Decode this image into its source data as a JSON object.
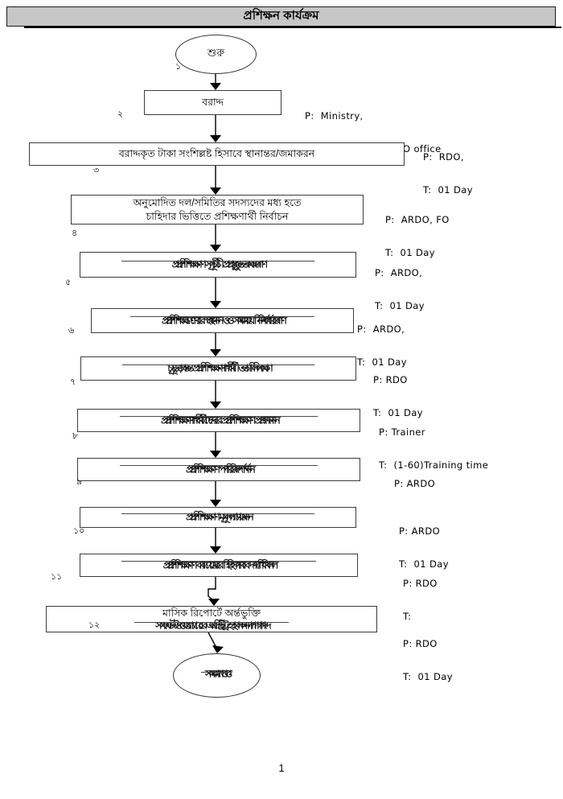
{
  "colors": {
    "header_background": "#c6c6c6",
    "ink": "#000000"
  },
  "header": {
    "title": "প্রশিক্ষন কার্যক্রম"
  },
  "footer": {
    "page_number": "1"
  },
  "flow": {
    "start": {
      "label": "শুরু",
      "num": "১"
    },
    "end": {
      "label": "সমাপ্ত",
      "garbled": true
    },
    "boxes": [
      {
        "id": "allocation",
        "num": "২",
        "garbled": false,
        "lines": [
          "বরাদ্দ"
        ],
        "annotation": {
          "lines": [
            "P:  Ministry,",
            "      Head Office, RDO office"
          ]
        }
      },
      {
        "id": "fund-transfer",
        "num": "৩",
        "garbled": false,
        "lines": [
          "বরাদ্দকৃত টাকা সংশিল্লষ্ট হিসাবে স্থানান্তর/জমাকরন"
        ],
        "annotation": {
          "lines": [
            "P:  RDO,",
            "T:  01 Day"
          ]
        }
      },
      {
        "id": "trainee-selection",
        "num": "৪",
        "garbled": false,
        "lines": [
          "অনুমোদিত দল/সমিতির সদস্যদের মধ্য হতে",
          "চাহিদার ভিত্তিতে প্রশিক্ষণার্থী নির্বাচন"
        ],
        "annotation": {
          "lines": [
            "P:  ARDO, FO",
            "T:  01 Day"
          ]
        }
      },
      {
        "id": "step-5",
        "num": "৫",
        "garbled": true,
        "garbled_text": "প্রশিক্ষণ সূচী প্রস্তুতকরণ",
        "annotation": {
          "lines": [
            "P:  ARDO,",
            "T:  01 Day"
          ]
        }
      },
      {
        "id": "step-6",
        "num": "৬",
        "garbled": true,
        "garbled_text": "প্রশিক্ষণের স্থান ও সময় নির্ধারণ",
        "annotation": {
          "lines": [
            "P:  ARDO,",
            "T:  01 Day"
          ]
        }
      },
      {
        "id": "step-7",
        "num": "৭",
        "garbled": true,
        "garbled_text": "চূড়ান্ত প্রশিক্ষণার্থী তালিকা",
        "annotation": {
          "lines": [
            "P: RDO",
            "T:  01 Day"
          ]
        }
      },
      {
        "id": "step-8",
        "num": "৮",
        "garbled": true,
        "garbled_text": "প্রশিক্ষণার্থীদের প্রশিক্ষণ প্রদান",
        "annotation": {
          "lines": [
            "P: Trainer",
            "T:  (1-60)Training time"
          ]
        }
      },
      {
        "id": "step-9",
        "num": "৯",
        "garbled": true,
        "garbled_text": "প্রশিক্ষণ পরিদর্শন",
        "annotation": {
          "lines": [
            "P: ARDO"
          ]
        }
      },
      {
        "id": "step-10",
        "num": "১০",
        "garbled": true,
        "garbled_text": "প্রশিক্ষণ মূল্যায়ন",
        "annotation": {
          "lines": [
            "P: ARDO",
            "T:  01 Day"
          ]
        }
      },
      {
        "id": "step-11",
        "num": "১১",
        "garbled": true,
        "garbled_text": "প্রশিক্ষণ ব্যয়ের হিসাব দাখিল",
        "annotation": {
          "lines": [
            "P: RDO",
            "T:"
          ]
        }
      },
      {
        "id": "monthly-report",
        "num": "১২",
        "garbled": true,
        "lines": [
          "মাসিক রিপোর্টে অর্ন্তভুক্তি"
        ],
        "garbled_text": "সফটওয়্যারে এন্ট্রি হালনাগাদ",
        "annotation": {
          "lines": [
            "P: RDO",
            "T:  01 Day"
          ]
        }
      }
    ]
  }
}
